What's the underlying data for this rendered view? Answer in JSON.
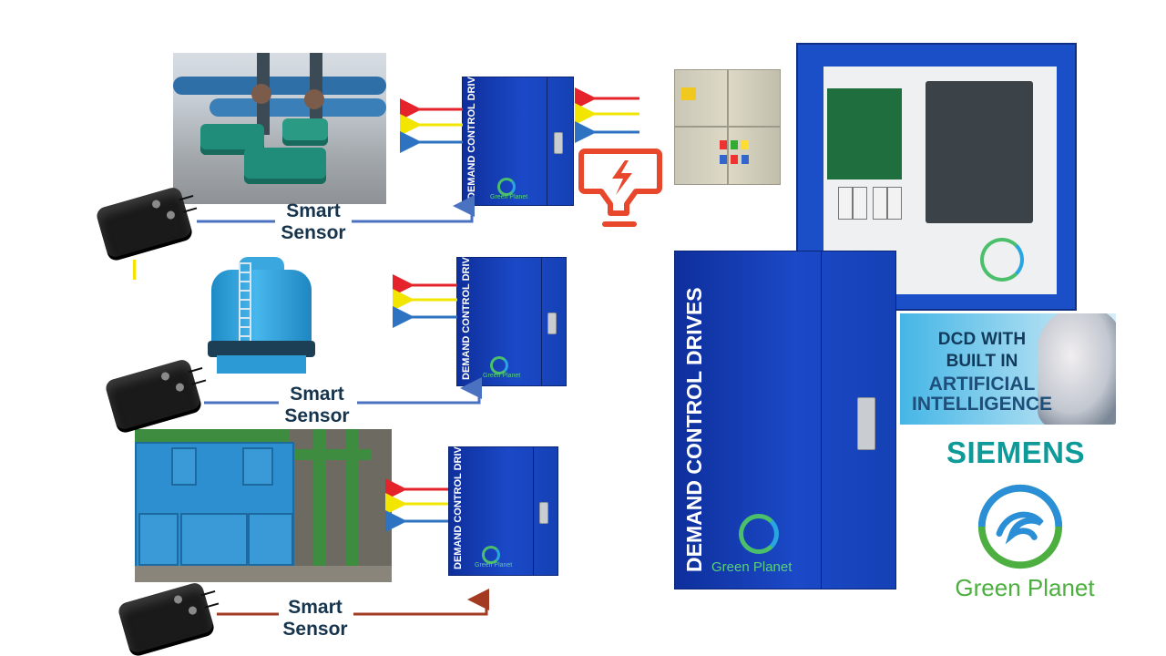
{
  "labels": {
    "smart_sensor_line1": "Smart",
    "smart_sensor_line2": "Sensor"
  },
  "cabinet": {
    "title": "DEMAND CONTROL DRIVES",
    "brand": "Green Planet"
  },
  "banner": {
    "line1": "DCD WITH",
    "line2": "BUILT IN",
    "line3": "ARTIFICIAL",
    "line4": "INTELLIGENCE"
  },
  "logos": {
    "siemens": "SIEMENS",
    "green_planet": "Green Planet"
  },
  "icons": {
    "power": "power-lightbulb-icon"
  },
  "colors": {
    "cabinet_blue": "#1b49c7",
    "arrow_red": "#e5232a",
    "arrow_yellow": "#f2e500",
    "arrow_blue": "#2e73c2",
    "connector_blue": "#4a72c0",
    "connector_brown": "#a33a22",
    "power_icon": "#e8472b",
    "siemens_teal": "#0f9a9a",
    "green_planet": "#4caf3f"
  }
}
